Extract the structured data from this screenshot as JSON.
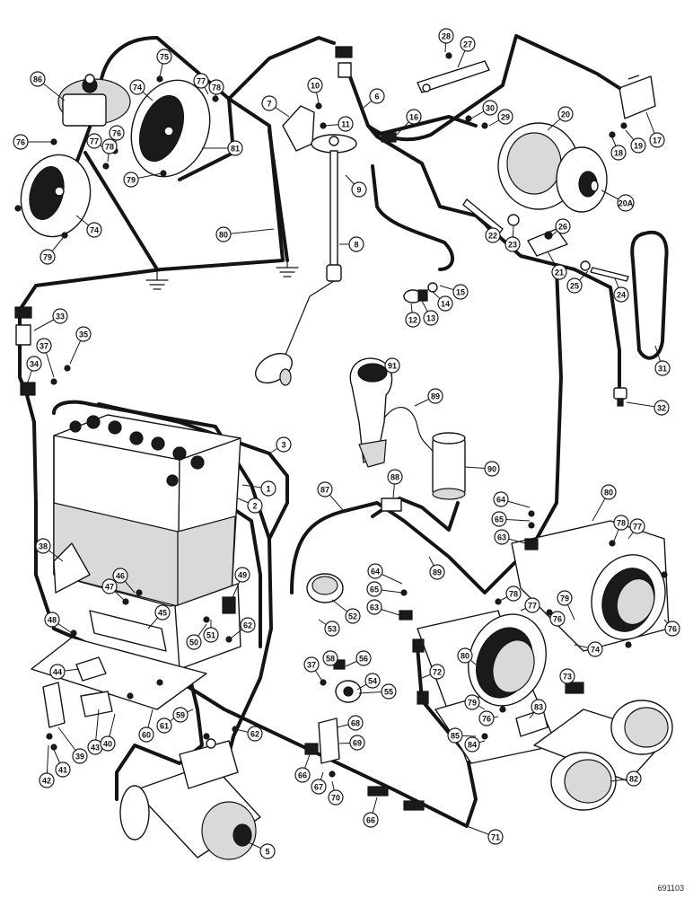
{
  "figure_code": "691103",
  "callouts": [
    {
      "id": "c86",
      "label": "86"
    },
    {
      "id": "c75",
      "label": "75"
    },
    {
      "id": "c74a",
      "label": "74"
    },
    {
      "id": "c77a",
      "label": "77"
    },
    {
      "id": "c78a",
      "label": "78"
    },
    {
      "id": "c76a",
      "label": "76"
    },
    {
      "id": "c77b",
      "label": "77"
    },
    {
      "id": "c78b",
      "label": "78"
    },
    {
      "id": "c76b",
      "label": "76"
    },
    {
      "id": "c81",
      "label": "81"
    },
    {
      "id": "c79a",
      "label": "79"
    },
    {
      "id": "c74b",
      "label": "74"
    },
    {
      "id": "c79b",
      "label": "79"
    },
    {
      "id": "c80a",
      "label": "80"
    },
    {
      "id": "c10",
      "label": "10"
    },
    {
      "id": "c7",
      "label": "7"
    },
    {
      "id": "c11",
      "label": "11"
    },
    {
      "id": "c6",
      "label": "6"
    },
    {
      "id": "c9",
      "label": "9"
    },
    {
      "id": "c8",
      "label": "8"
    },
    {
      "id": "c28",
      "label": "28"
    },
    {
      "id": "c27",
      "label": "27"
    },
    {
      "id": "c30",
      "label": "30"
    },
    {
      "id": "c29",
      "label": "29"
    },
    {
      "id": "c16",
      "label": "16"
    },
    {
      "id": "c20",
      "label": "20"
    },
    {
      "id": "c19",
      "label": "19"
    },
    {
      "id": "c17",
      "label": "17"
    },
    {
      "id": "c18",
      "label": "18"
    },
    {
      "id": "c20A",
      "label": "20A"
    },
    {
      "id": "c22",
      "label": "22"
    },
    {
      "id": "c23",
      "label": "23"
    },
    {
      "id": "c26",
      "label": "26"
    },
    {
      "id": "c21",
      "label": "21"
    },
    {
      "id": "c25",
      "label": "25"
    },
    {
      "id": "c24",
      "label": "24"
    },
    {
      "id": "c15",
      "label": "15"
    },
    {
      "id": "c14",
      "label": "14"
    },
    {
      "id": "c13",
      "label": "13"
    },
    {
      "id": "c12",
      "label": "12"
    },
    {
      "id": "c31",
      "label": "31"
    },
    {
      "id": "c32",
      "label": "32"
    },
    {
      "id": "c33",
      "label": "33"
    },
    {
      "id": "c37a",
      "label": "37"
    },
    {
      "id": "c35",
      "label": "35"
    },
    {
      "id": "c34",
      "label": "34"
    },
    {
      "id": "c91",
      "label": "91"
    },
    {
      "id": "c89a",
      "label": "89"
    },
    {
      "id": "c90",
      "label": "90"
    },
    {
      "id": "c3",
      "label": "3"
    },
    {
      "id": "c1",
      "label": "1"
    },
    {
      "id": "c2",
      "label": "2"
    },
    {
      "id": "c88",
      "label": "88"
    },
    {
      "id": "c87",
      "label": "87"
    },
    {
      "id": "c64a",
      "label": "64"
    },
    {
      "id": "c65a",
      "label": "65"
    },
    {
      "id": "c63a",
      "label": "63"
    },
    {
      "id": "c89b",
      "label": "89"
    },
    {
      "id": "c80b",
      "label": "80"
    },
    {
      "id": "c78c",
      "label": "78"
    },
    {
      "id": "c77c",
      "label": "77"
    },
    {
      "id": "c76c",
      "label": "76"
    },
    {
      "id": "c38",
      "label": "38"
    },
    {
      "id": "c46",
      "label": "46"
    },
    {
      "id": "c47",
      "label": "47"
    },
    {
      "id": "c49",
      "label": "49"
    },
    {
      "id": "c45",
      "label": "45"
    },
    {
      "id": "c50",
      "label": "50"
    },
    {
      "id": "c51",
      "label": "51"
    },
    {
      "id": "c62a",
      "label": "62"
    },
    {
      "id": "c52",
      "label": "52"
    },
    {
      "id": "c53",
      "label": "53"
    },
    {
      "id": "c64b",
      "label": "64"
    },
    {
      "id": "c65b",
      "label": "65"
    },
    {
      "id": "c63b",
      "label": "63"
    },
    {
      "id": "c78d",
      "label": "78"
    },
    {
      "id": "c77d",
      "label": "77"
    },
    {
      "id": "c79c",
      "label": "79"
    },
    {
      "id": "c76d",
      "label": "76"
    },
    {
      "id": "c74c",
      "label": "74"
    },
    {
      "id": "c80c",
      "label": "80"
    },
    {
      "id": "c48",
      "label": "48"
    },
    {
      "id": "c44",
      "label": "44"
    },
    {
      "id": "c72",
      "label": "72"
    },
    {
      "id": "c37b",
      "label": "37"
    },
    {
      "id": "c58",
      "label": "58"
    },
    {
      "id": "c56",
      "label": "56"
    },
    {
      "id": "c54",
      "label": "54"
    },
    {
      "id": "c55",
      "label": "55"
    },
    {
      "id": "c73",
      "label": "73"
    },
    {
      "id": "c79d",
      "label": "79"
    },
    {
      "id": "c83",
      "label": "83"
    },
    {
      "id": "c76e",
      "label": "76"
    },
    {
      "id": "c85",
      "label": "85"
    },
    {
      "id": "c84",
      "label": "84"
    },
    {
      "id": "c43",
      "label": "43"
    },
    {
      "id": "c40",
      "label": "40"
    },
    {
      "id": "c60",
      "label": "60"
    },
    {
      "id": "c61",
      "label": "61"
    },
    {
      "id": "c59",
      "label": "59"
    },
    {
      "id": "c62b",
      "label": "62"
    },
    {
      "id": "c68",
      "label": "68"
    },
    {
      "id": "c69",
      "label": "69"
    },
    {
      "id": "c42",
      "label": "42"
    },
    {
      "id": "c41",
      "label": "41"
    },
    {
      "id": "c39",
      "label": "39"
    },
    {
      "id": "c66a",
      "label": "66"
    },
    {
      "id": "c67",
      "label": "67"
    },
    {
      "id": "c70",
      "label": "70"
    },
    {
      "id": "c82",
      "label": "82"
    },
    {
      "id": "c66b",
      "label": "66"
    },
    {
      "id": "c71",
      "label": "71"
    },
    {
      "id": "c5",
      "label": "5"
    }
  ]
}
